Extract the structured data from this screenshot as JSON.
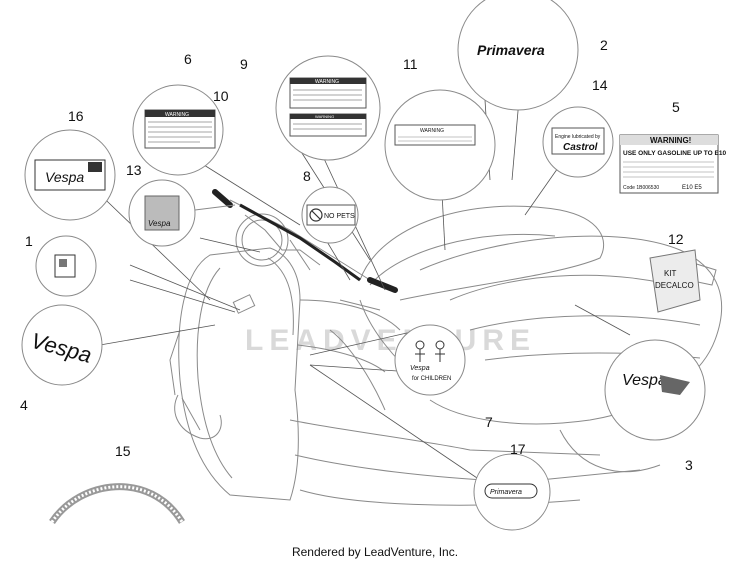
{
  "watermark": "LEADVENTURE",
  "footer": "Rendered by LeadVenture, Inc.",
  "callouts": [
    "1",
    "2",
    "3",
    "4",
    "5",
    "6",
    "7",
    "8",
    "9",
    "10",
    "11",
    "12",
    "13",
    "14",
    "15",
    "16",
    "17"
  ],
  "decals": {
    "no_pets": "NO PETS",
    "kit_decalco_line1": "KIT",
    "kit_decalco_line2": "DECALCO",
    "engine_line1": "Engine lubricated by",
    "engine_brand": "Castrol",
    "warning_title": "WARNING!",
    "warning_body": "USE ONLY GASOLINE UP TO E10",
    "warning_code_left": "Code 1B006530",
    "warning_code_right": "E10 E5",
    "children_text": "for CHILDREN",
    "vespa_script": "Vespa",
    "primavera_script": "Primavera",
    "label_warning_small": "WARNING"
  },
  "colors": {
    "line": "#8a8a8a",
    "text": "#111111",
    "watermark": "#d9d9d9"
  }
}
